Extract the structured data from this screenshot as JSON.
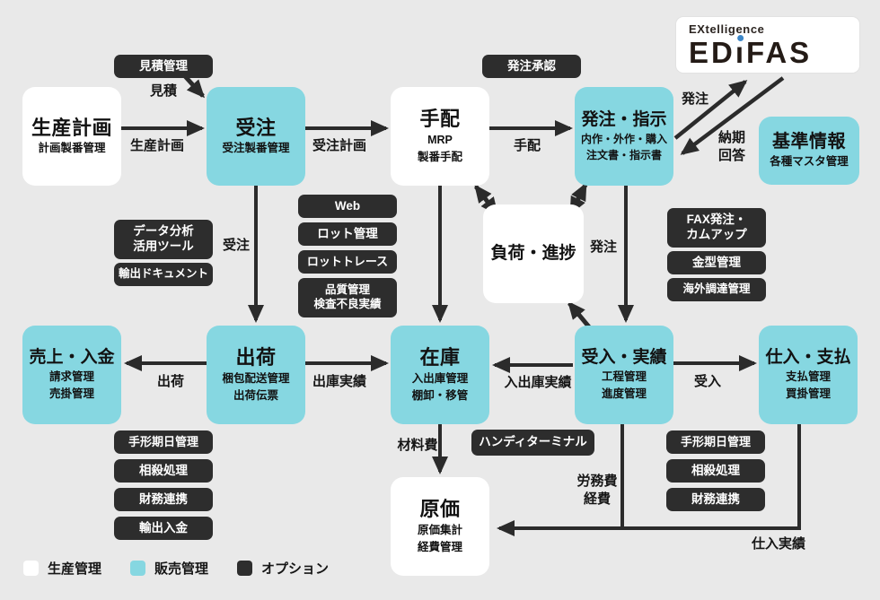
{
  "colors": {
    "background": "#e9e9e9",
    "cyan": "#86d7e1",
    "dark": "#2d2d2d",
    "white": "#ffffff",
    "line": "#2b2b2b",
    "logo_blue": "#3d87c8"
  },
  "logo": {
    "brand": "EXtelligence",
    "product": "EDiFAS",
    "parts": {
      "left": "ED",
      "i_stem": "ı",
      "right": "FAS"
    }
  },
  "boxes": {
    "seisan": {
      "title": "生産計画",
      "sub1": "計画製番管理"
    },
    "juchu": {
      "title": "受注",
      "sub1": "受注製番管理"
    },
    "tehai": {
      "title": "手配",
      "sub1": "MRP",
      "sub2": "製番手配"
    },
    "hacchu": {
      "title": "発注・指示",
      "sub1": "内作・外作・購入",
      "sub2": "注文書・指示書"
    },
    "kijun": {
      "title": "基準情報",
      "sub1": "各種マスタ管理"
    },
    "fuka": {
      "title": "負荷・進捗"
    },
    "uriage": {
      "title": "売上・入金",
      "sub1": "請求管理",
      "sub2": "売掛管理"
    },
    "shukka": {
      "title": "出荷",
      "sub1": "梱包配送管理",
      "sub2": "出荷伝票"
    },
    "zaiko": {
      "title": "在庫",
      "sub1": "入出庫管理",
      "sub2": "棚卸・移管"
    },
    "ukeire": {
      "title": "受入・実績",
      "sub1": "工程管理",
      "sub2": "進度管理"
    },
    "shiire": {
      "title": "仕入・支払",
      "sub1": "支払管理",
      "sub2": "買掛管理"
    },
    "genka": {
      "title": "原価",
      "sub1": "原価集計",
      "sub2": "経費管理"
    }
  },
  "pills": {
    "mitsumori_kanri": "見積管理",
    "hacchu_shonin": "発注承認",
    "data_tool": {
      "line1": "データ分析",
      "line2": "活用ツール"
    },
    "yushutsu_doc": "輸出ドキュメント",
    "web": "Web",
    "lot_kanri": "ロット管理",
    "lot_trace": "ロットトレース",
    "hinshitsu": {
      "line1": "品質管理",
      "line2": "検査不良実績"
    },
    "fax": {
      "line1": "FAX発注・",
      "line2": "カムアップ"
    },
    "kanagata": "金型管理",
    "kaigai": "海外調達管理",
    "tegata_left": "手形期日管理",
    "sosai_left": "相殺処理",
    "zaimu_left": "財務連携",
    "yushutsu_nyukin": "輸出入金",
    "handy": "ハンディターミナル",
    "tegata_right": "手形期日管理",
    "sosai_right": "相殺処理",
    "zaimu_right": "財務連携"
  },
  "labels": {
    "mitsumori": "見積",
    "seisan_keikaku": "生産計画",
    "juchu_keikaku": "受注計画",
    "tehai": "手配",
    "hacchu_edi": "発注",
    "noki": {
      "line1": "納期",
      "line2": "回答"
    },
    "juchu": "受注",
    "hacchu": "発注",
    "shukka": "出荷",
    "shukko_jisseki": "出庫実績",
    "nyushukko_jisseki": "入出庫実績",
    "ukeire": "受入",
    "zairyohi": "材料費",
    "romuhi": {
      "line1": "労務費",
      "line2": "経費"
    },
    "shiire_jisseki": "仕入実績"
  },
  "legend": {
    "items": [
      {
        "label": "生産管理",
        "type": "white"
      },
      {
        "label": "販売管理",
        "type": "cyan"
      },
      {
        "label": "オプション",
        "type": "dark"
      }
    ]
  }
}
